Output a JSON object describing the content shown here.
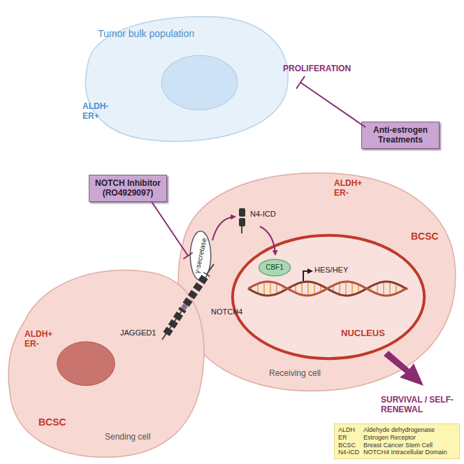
{
  "diagram": {
    "nodes": [
      {
        "text": [
          "Tumor bulk population",
          "ALDH- ER+"
        ]
      },
      {
        "text": [
          "Anti-estrogen Treatments"
        ]
      },
      {
        "text": [
          "NOTCH Inhibitor (RO4929097)"
        ]
      },
      {
        "text": [
          "ALDH+ ER-",
          "BCSC",
          "Receiving cell"
        ]
      },
      {
        "text": [
          "γ-secretase"
        ],
        "in": 3
      },
      {
        "text": [
          "NUCLEUS"
        ],
        "in": 3
      },
      {
        "text": [
          "CBF1"
        ],
        "in": 5
      },
      {
        "text": [
          "ALDH+ ER-",
          "BCSC",
          "Sending cell"
        ]
      },
      {
        "text": [
          "ALDH",
          "Aldehyde dehydrogenase",
          "ER",
          "Estrogen Receptor",
          "BCSC",
          "Breast Cancer Stem Cell",
          "N4-ICD",
          "NOTCH4 Intracellular Domain"
        ]
      }
    ],
    "edges": [
      {
        "from": 2,
        "to": 4,
        "arrow": "to"
      }
    ],
    "labels": [
      "PROLIFERATION",
      "N4-ICD",
      "NOTCH4",
      "JAGGED1",
      "HES/HEY",
      "SURVIVAL / SELF-RENEWAL"
    ]
  }
}
